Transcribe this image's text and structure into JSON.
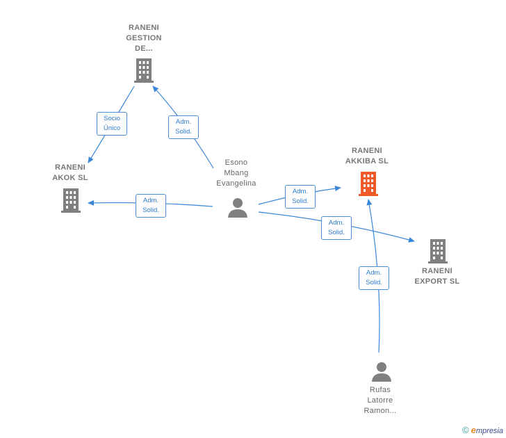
{
  "nodes": {
    "raneni_gestion": {
      "lines": [
        "RANENI",
        "GESTION",
        "DE..."
      ]
    },
    "raneni_akok": {
      "lines": [
        "RANENI",
        "AKOK  SL"
      ]
    },
    "raneni_akkiba": {
      "lines": [
        "RANENI",
        "AKKIBA  SL"
      ]
    },
    "raneni_export": {
      "lines": [
        "RANENI",
        "EXPORT  SL"
      ]
    },
    "esono": {
      "lines": [
        "Esono",
        "Mbang",
        "Evangelina"
      ]
    },
    "rufas": {
      "lines": [
        "Rufas",
        "Latorre",
        "Ramon..."
      ]
    }
  },
  "edges": {
    "socio_unico": {
      "lines": [
        "Socio",
        "Único"
      ]
    },
    "adm_gestion": {
      "lines": [
        "Adm.",
        "Solid."
      ]
    },
    "adm_akok": {
      "lines": [
        "Adm.",
        "Solid."
      ]
    },
    "adm_akkiba": {
      "lines": [
        "Adm.",
        "Solid."
      ]
    },
    "adm_export": {
      "lines": [
        "Adm.",
        "Solid."
      ]
    },
    "adm_rufas": {
      "lines": [
        "Adm.",
        "Solid."
      ]
    }
  },
  "colors": {
    "edge": "#3a87d8",
    "company": "#808080",
    "highlight": "#f05a28",
    "person": "#808080"
  },
  "footer": {
    "copyright": "©",
    "brand_e": "e",
    "brand_rest": "mpresia"
  }
}
